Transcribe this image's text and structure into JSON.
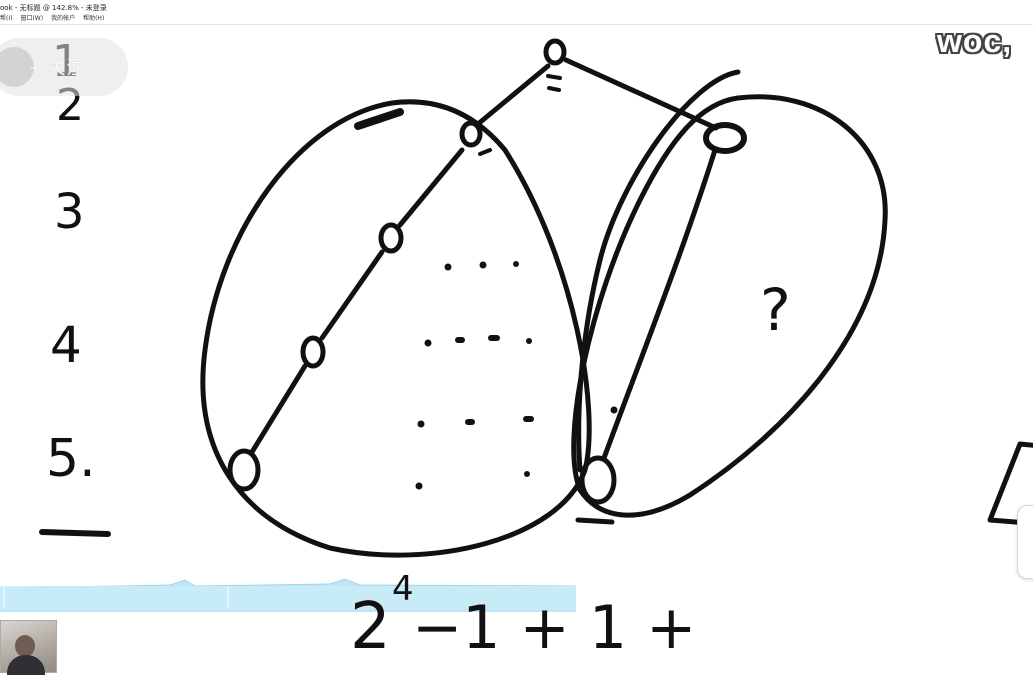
{
  "window": {
    "title": "ook - 无标题 @ 142.8% - 未登录",
    "menus": [
      "帮(I)",
      "窗口(W)",
      "我的帐户",
      "帮助(H)"
    ]
  },
  "overlay": {
    "follow_label": "+ 关注",
    "danmaku": "woc,"
  },
  "whiteboard": {
    "level_labels": [
      "1",
      "2",
      "3",
      "4",
      "5."
    ],
    "question_mark": "?",
    "formula": {
      "base": "2",
      "exponent": "4",
      "rest": "−1 + 1 + ?"
    }
  }
}
